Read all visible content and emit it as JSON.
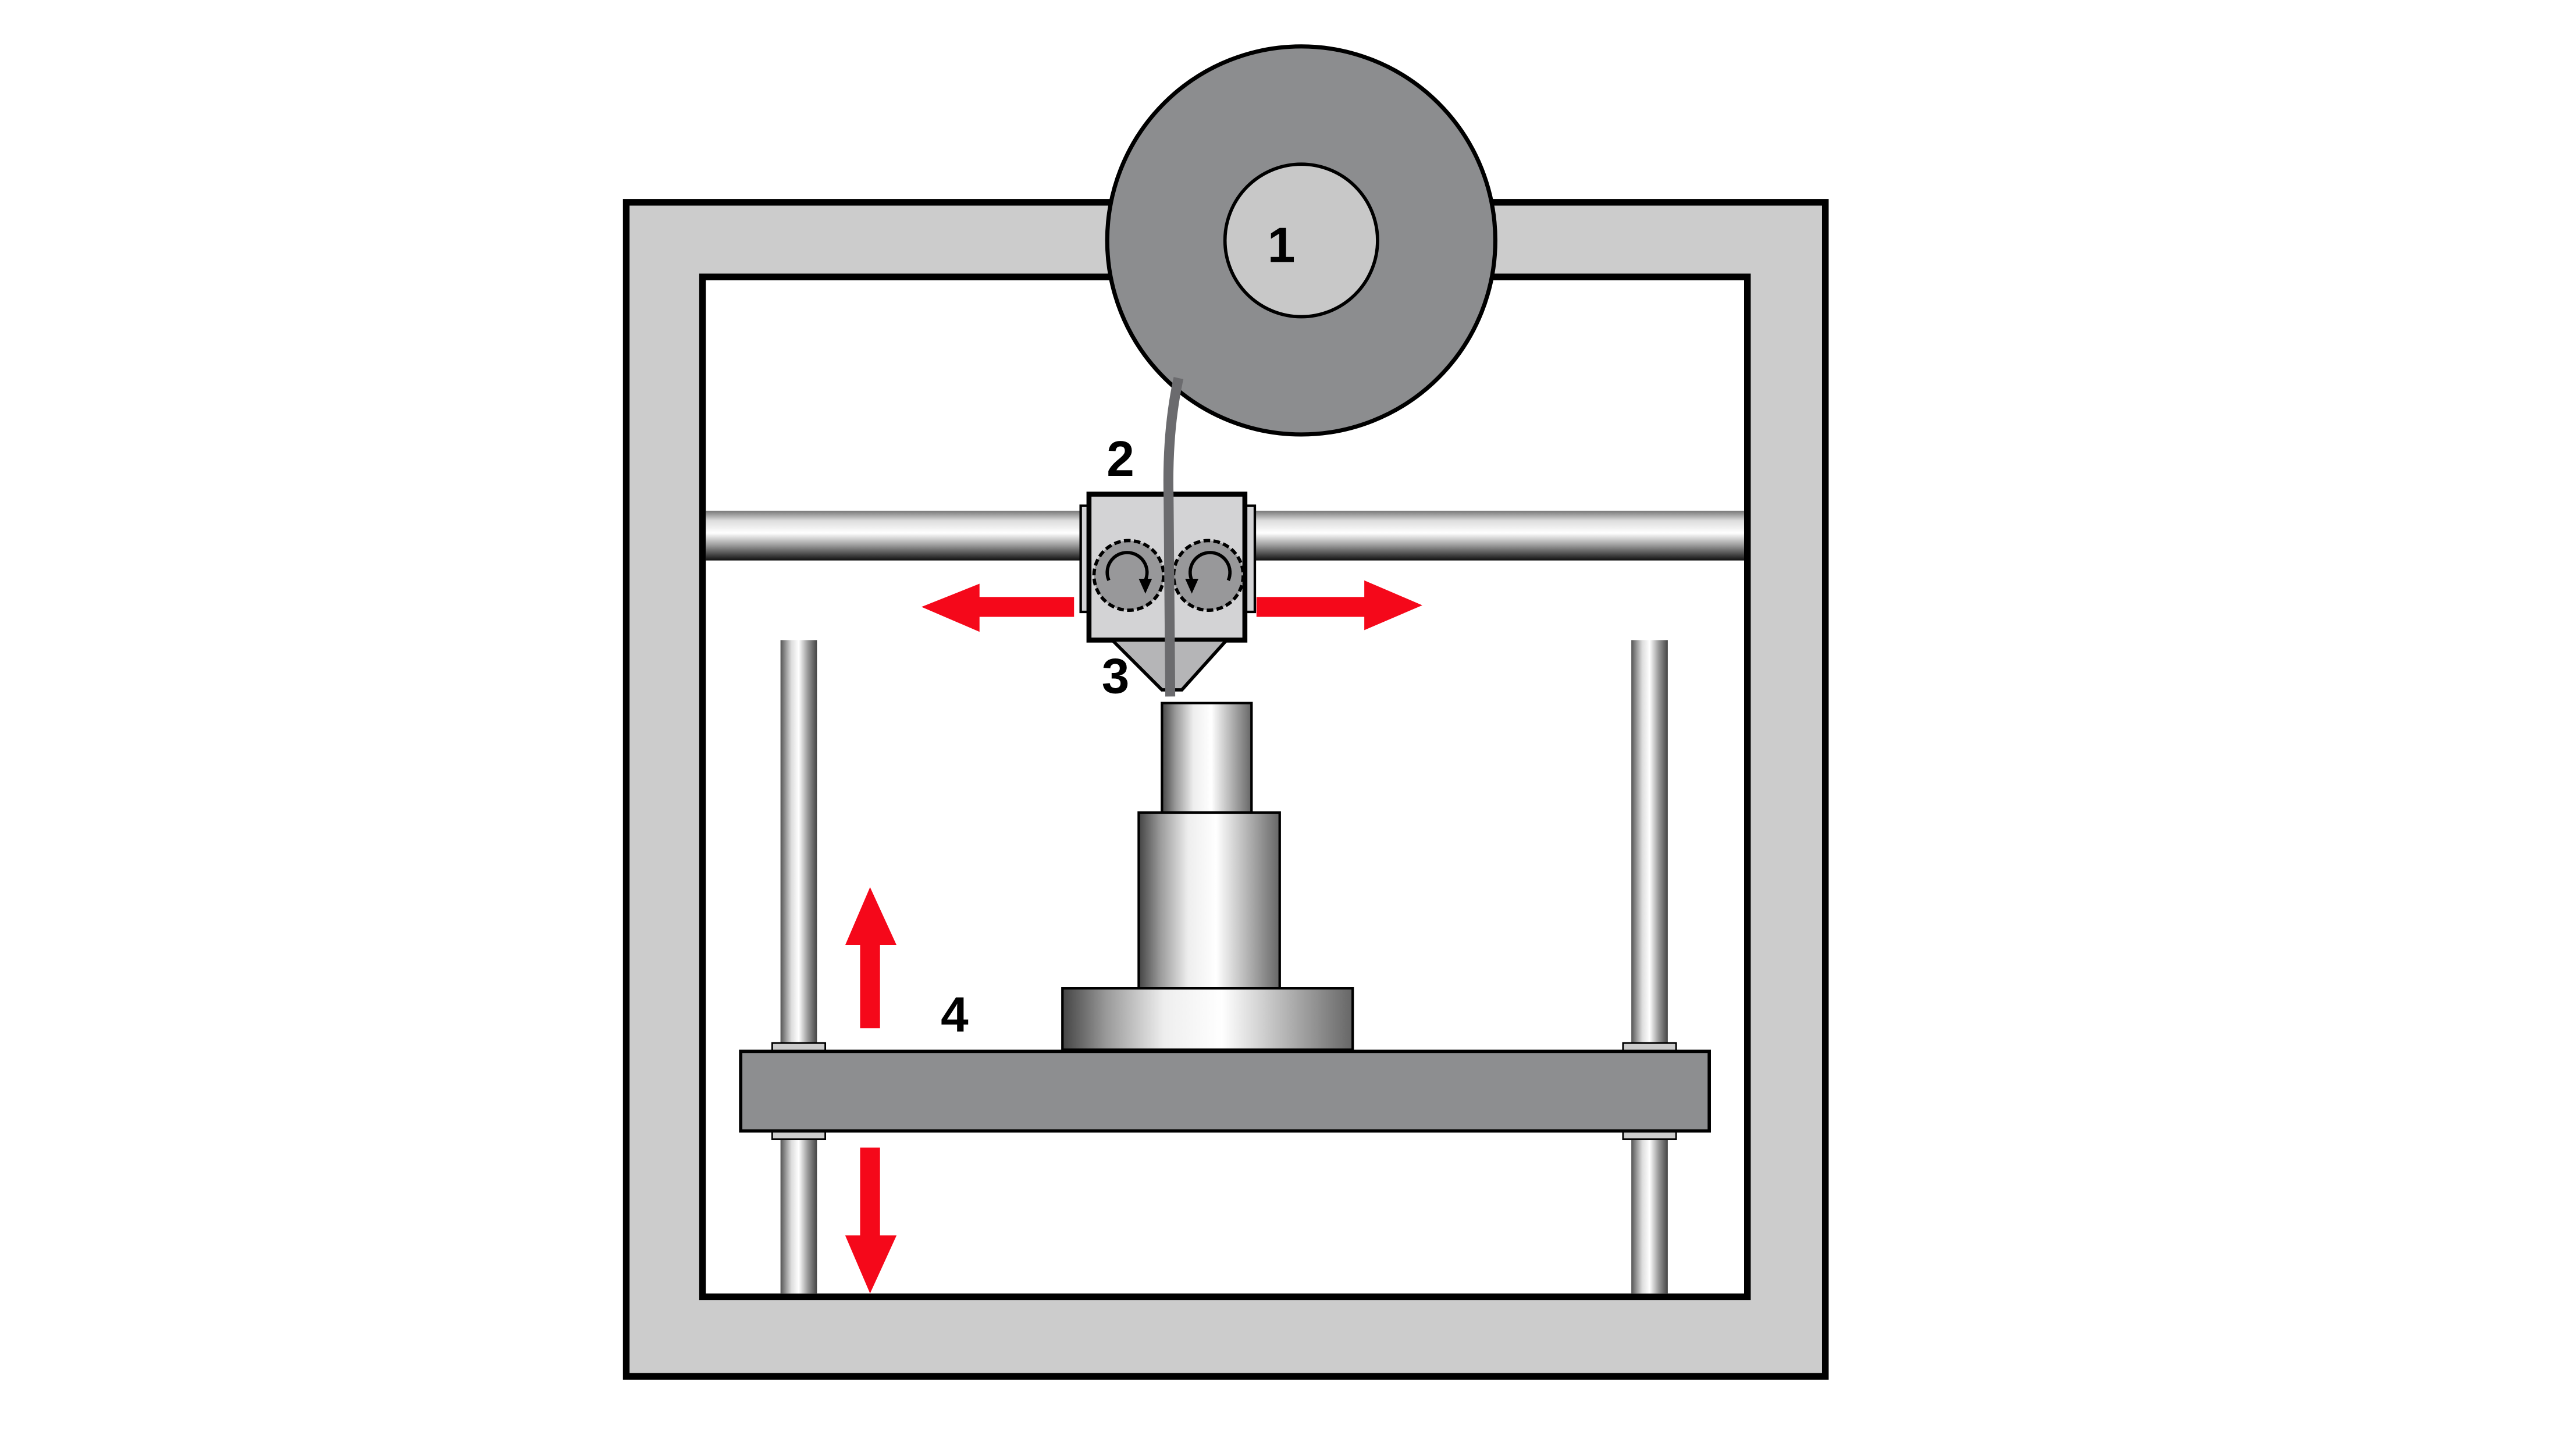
{
  "diagram": {
    "title_visible": "",
    "labels": {
      "spool": "1",
      "extruder": "2",
      "nozzle": "3",
      "build_platform": "4"
    },
    "colors": {
      "frame": "#cccccc",
      "spool": "#8c8d8f",
      "spool_hub": "#c8c8c8",
      "extruder_body": "#d3d3d5",
      "gear": "#98989a",
      "filament": "#6b6b6e",
      "bed": "#8d8e90",
      "arrow": "#f5081a"
    }
  }
}
